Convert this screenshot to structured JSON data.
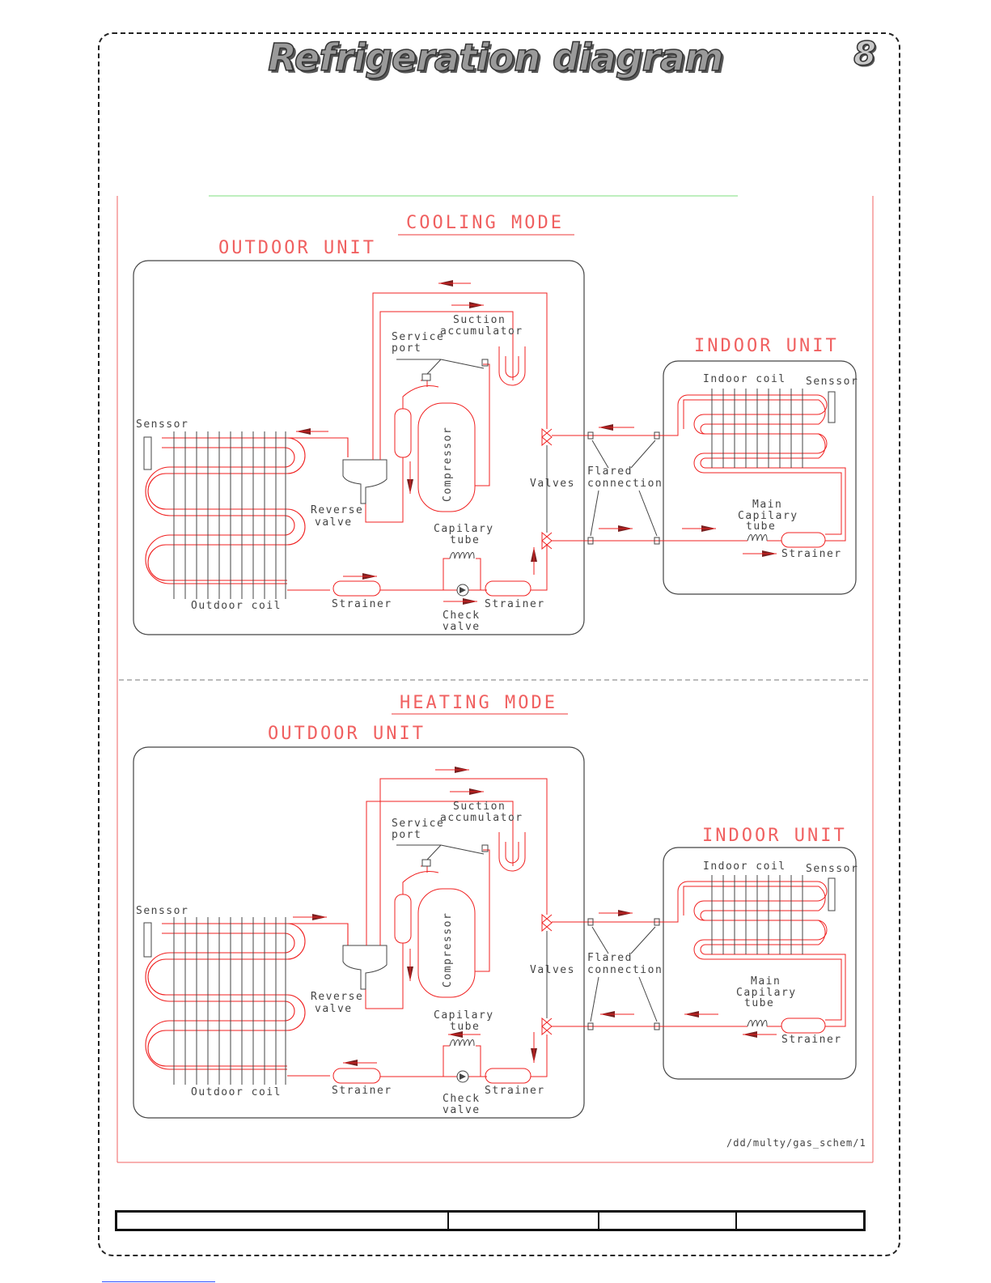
{
  "page": {
    "title": "Refrigeration diagram",
    "number": "8"
  },
  "cooling": {
    "mode_title": "COOLING MODE",
    "outdoor_title": "OUTDOOR UNIT",
    "indoor_title": "INDOOR UNIT"
  },
  "heating": {
    "mode_title": "HEATING MODE",
    "outdoor_title": "OUTDOOR UNIT",
    "indoor_title": "INDOOR UNIT"
  },
  "labels": {
    "suction": "Suction",
    "accumulator": "accumulator",
    "service": "Service",
    "port": "port",
    "sensor": "Senssor",
    "compressor": "Compressor",
    "reverse": "Reverse",
    "valve": "valve",
    "valves": "Valves",
    "flared": "Flared",
    "connection": "connection",
    "capilary": "Capilary",
    "tube": "tube",
    "outdoor_coil": "Outdoor coil",
    "strainer": "Strainer",
    "check": "Check",
    "indoor_coil": "Indoor coil",
    "main": "Main"
  },
  "drawing_ref": "/dd/multy/gas_schem/1",
  "colors": {
    "pipe": "#ff2a2a",
    "text_red": "#f06060",
    "outline": "#444444"
  }
}
